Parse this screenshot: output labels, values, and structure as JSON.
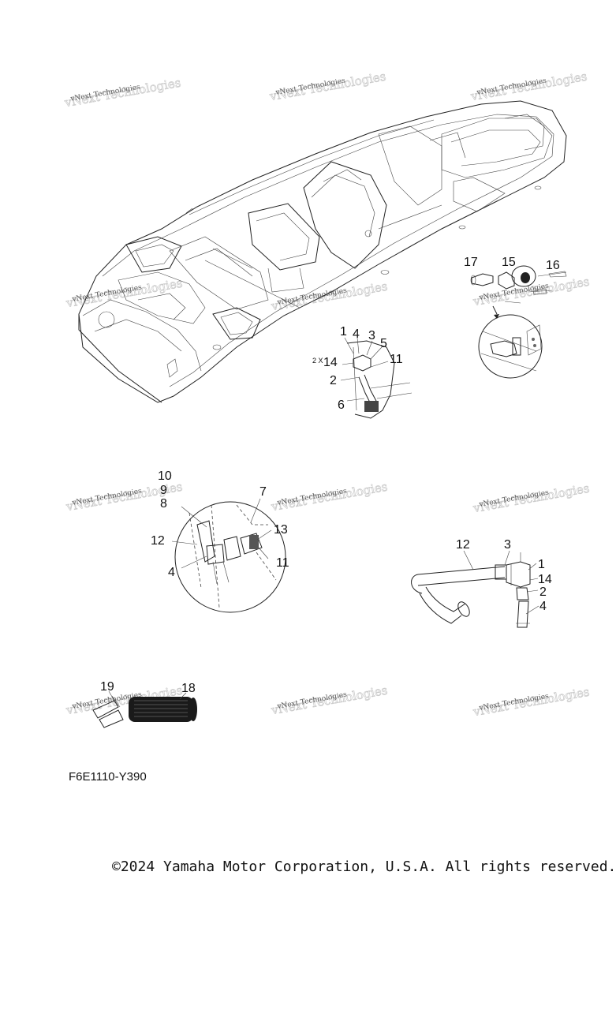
{
  "watermark": {
    "text": "vNext Technologies"
  },
  "callouts": {
    "c1": "1",
    "c2": "2",
    "c3": "3",
    "c4": "4",
    "c5": "5",
    "c6": "6",
    "c7": "7",
    "c8": "8",
    "c9": "9",
    "c10": "10",
    "c11": "11",
    "c12": "12",
    "c13": "13",
    "c14": "14",
    "c15": "15",
    "c16": "16",
    "c17": "17",
    "c18": "18",
    "c19": "19",
    "qty": "2 X"
  },
  "footer": {
    "part_code": "F6E1110-Y390",
    "copyright": "©2024 Yamaha Motor Corporation, U.S.A. All rights reserved."
  }
}
